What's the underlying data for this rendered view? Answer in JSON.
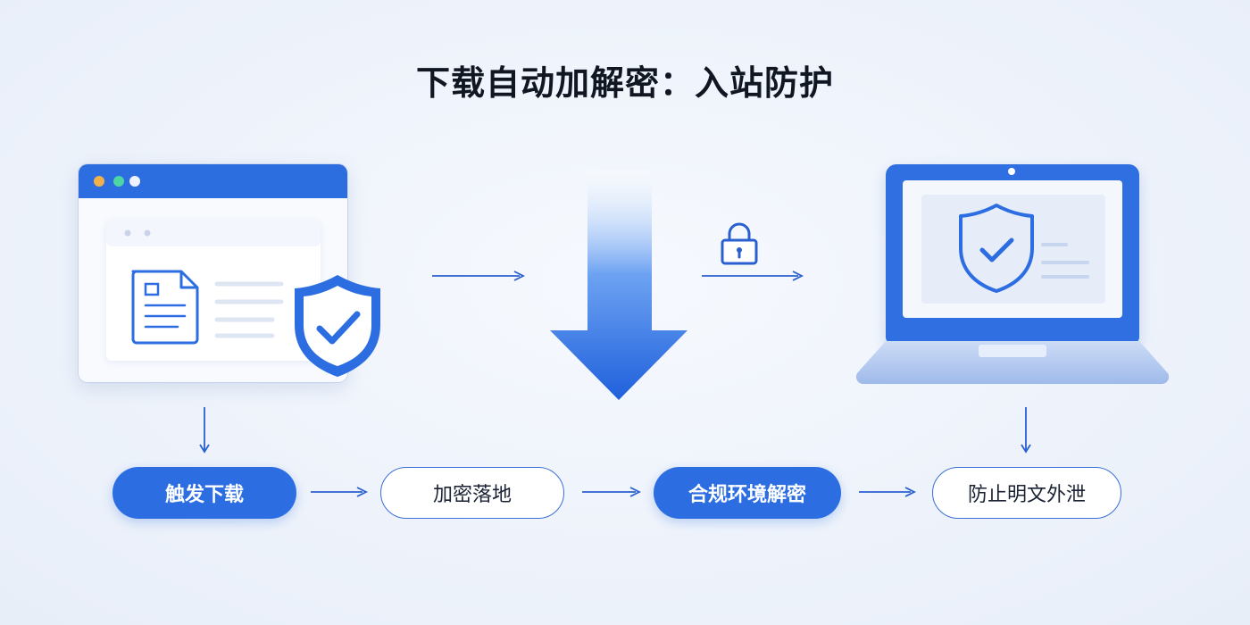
{
  "title": "下载自动加解密：入站防护",
  "steps": [
    {
      "label": "触发下载",
      "style": "filled"
    },
    {
      "label": "加密落地",
      "style": "outline"
    },
    {
      "label": "合规环境解密",
      "style": "filled"
    },
    {
      "label": "防止明文外泄",
      "style": "outline"
    }
  ],
  "icons": {
    "browser": "browser-window-icon",
    "document": "document-icon",
    "shield": "shield-check-icon",
    "download": "download-arrow-icon",
    "lock": "padlock-icon",
    "laptop": "laptop-icon"
  },
  "colors": {
    "accent": "#2c6ee2",
    "accent_dark": "#1f57c7",
    "outline": "#3a6fd8",
    "title": "#111722",
    "traffic_yellow": "#f2b04a",
    "traffic_green": "#4dd6a4",
    "traffic_white": "#eef3ff"
  }
}
